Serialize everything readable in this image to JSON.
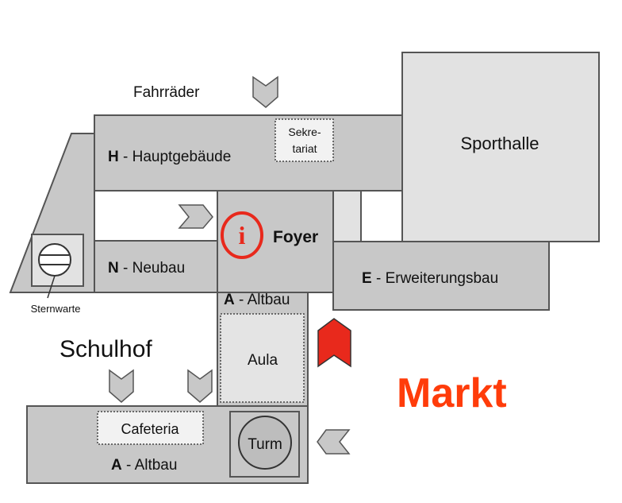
{
  "colors": {
    "building_fill": "#c8c8c8",
    "building_light_fill": "#e2e2e2",
    "outline": "#555555",
    "accent_red": "#e8291c",
    "market_orange": "#ff3c0a"
  },
  "labels": {
    "fahrraeder": "Fahrräder",
    "hauptgebaeude_letter": "H",
    "hauptgebaeude_name": " - Hauptgebäude",
    "sekretariat_line1": "Sekre-",
    "sekretariat_line2": "tariat",
    "sporthalle": "Sporthalle",
    "foyer": "Foyer",
    "info_symbol": "i",
    "neubau_letter": "N",
    "neubau_name": " - Neubau",
    "erweiterungsbau_letter": "E",
    "erweiterungsbau_name": " - Erweiterungsbau",
    "altbau_upper_letter": "A",
    "altbau_upper_name": " - Altbau",
    "aula": "Aula",
    "sternwarte": "Sternwarte",
    "schulhof": "Schulhof",
    "markt": "Markt",
    "cafeteria": "Cafeteria",
    "turm": "Turm",
    "altbau_lower_letter": "A",
    "altbau_lower_name": " - Altbau"
  },
  "icons": {
    "entrance_gray": "chevron-arrow-icon",
    "entrance_main": "red-chevron-arrow-icon",
    "info": "info-circle-icon",
    "observatory": "telescope-dome-icon"
  }
}
